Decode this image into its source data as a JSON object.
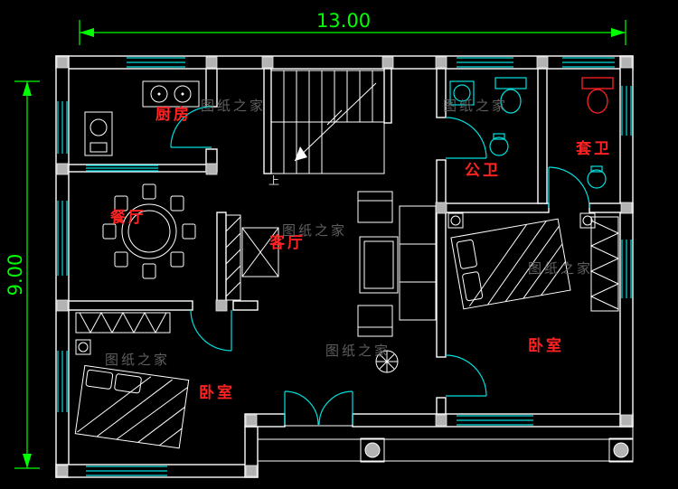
{
  "drawing": {
    "type": "residential floor plan",
    "dimension_width": "13.00",
    "dimension_height": "9.00"
  },
  "rooms": {
    "kitchen": "厨房",
    "dining": "餐厅",
    "living": "客厅",
    "public_bath": "公卫",
    "ensuite_bath": "套卫",
    "bedroom_right": "卧室",
    "bedroom_left": "卧室"
  },
  "stairs": {
    "direction_label": "上"
  },
  "watermark": {
    "text": "图纸之家"
  },
  "colors": {
    "background": "#000000",
    "wall": "#ffffff",
    "window_door": "#00e0e0",
    "dimension": "#00ff00",
    "room_label": "#ff2222",
    "watermark": "#6a6a6a"
  }
}
